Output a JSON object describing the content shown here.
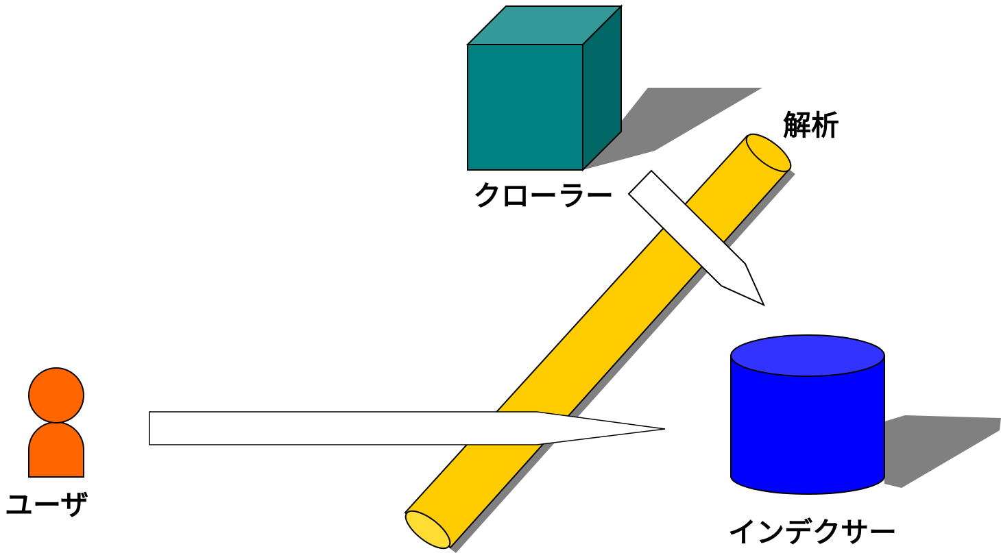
{
  "diagram": {
    "labels": {
      "crawler": "クローラー",
      "analysis": "解析",
      "user": "ユーザ",
      "indexer": "インデクサー"
    },
    "colors": {
      "crawler_cube_front": "#008080",
      "crawler_cube_top": "#339999",
      "crawler_cube_side": "#006666",
      "pipe_body": "#ffcc00",
      "pipe_end": "#ffdd33",
      "indexer_body": "#0000ff",
      "indexer_top": "#3333ff",
      "user_figure": "#ff6600",
      "shadow": "#808080",
      "arrow_fill": "#ffffff",
      "outline": "#000000"
    },
    "icons": {
      "crawler": "cube-icon",
      "indexer": "database-cylinder-icon",
      "user": "person-icon",
      "analysis": "pipe-icon"
    }
  }
}
